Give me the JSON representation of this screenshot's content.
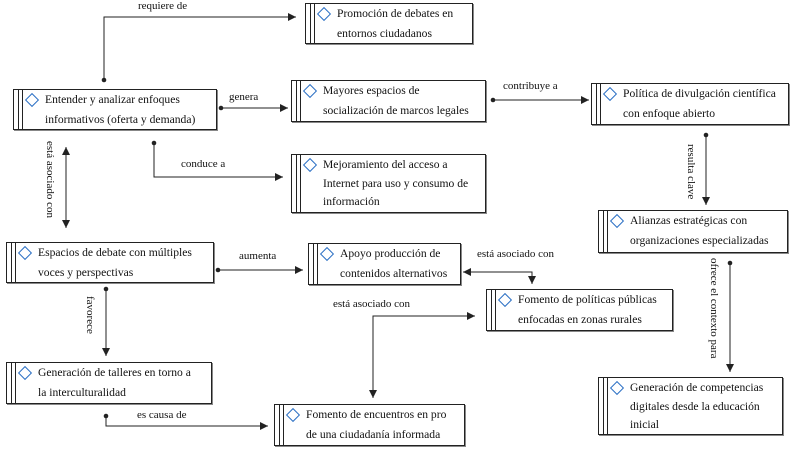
{
  "nodes": {
    "entender": "Entender y analizar enfoques\ninformativos (oferta y demanda)",
    "promocion": "Promoción de debates en\nentornos ciudadanos",
    "mayores": "Mayores espacios de\nsocialización de marcos legales",
    "politica": "Política de divulgación científica\ncon enfoque abierto",
    "mejoramiento": "Mejoramiento del acceso a\nInternet para uso y consumo de\ninformación",
    "alianzas": "Alianzas estratégicas con\norganizaciones especializadas",
    "espacios": "Espacios de debate con múltiples\nvoces y perspectivas",
    "apoyo": "Apoyo producción de\ncontenidos alternativos",
    "fomento_politicas": "Fomento de políticas públicas\nenfocadas en zonas rurales",
    "generacion_talleres": "Generación de talleres en torno a\nla interculturalidad",
    "generacion_competencias": "Generación de competencias\ndigitales desde la educación\ninicial",
    "fomento_encuentros": "Fomento de encuentros en pro\nde una ciudadanía informada"
  },
  "edges": {
    "requiere_de": "requiere de",
    "genera": "genera",
    "contribuye_a": "contribuye a",
    "conduce_a": "conduce a",
    "resulta_clave": "resulta clave",
    "esta_asociado_con_1": "está asociado con",
    "aumenta": "aumenta",
    "esta_asociado_con_2": "está asociado con",
    "esta_asociado_con_3": "está asociado con",
    "ofrece_contexto": "ofrece el contexto para",
    "favorece": "favorece",
    "es_causa_de": "es causa de"
  },
  "colors": {
    "diamond": "#2a6fc4",
    "line": "#222222"
  }
}
